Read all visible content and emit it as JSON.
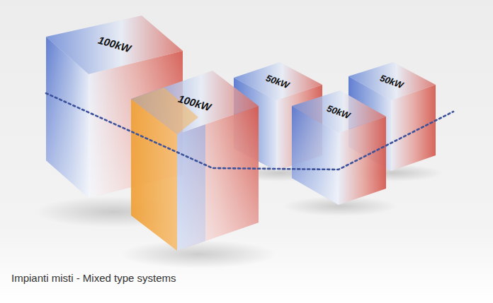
{
  "diagram": {
    "caption": "Impianti misti - Mixed type systems",
    "nodes": [
      {
        "text": [
          "100kW"
        ]
      },
      {
        "text": [
          "100kW"
        ]
      },
      {
        "text": [
          "50kW"
        ]
      },
      {
        "text": [
          "50kW"
        ]
      },
      {
        "text": [
          "50kW"
        ]
      }
    ]
  }
}
